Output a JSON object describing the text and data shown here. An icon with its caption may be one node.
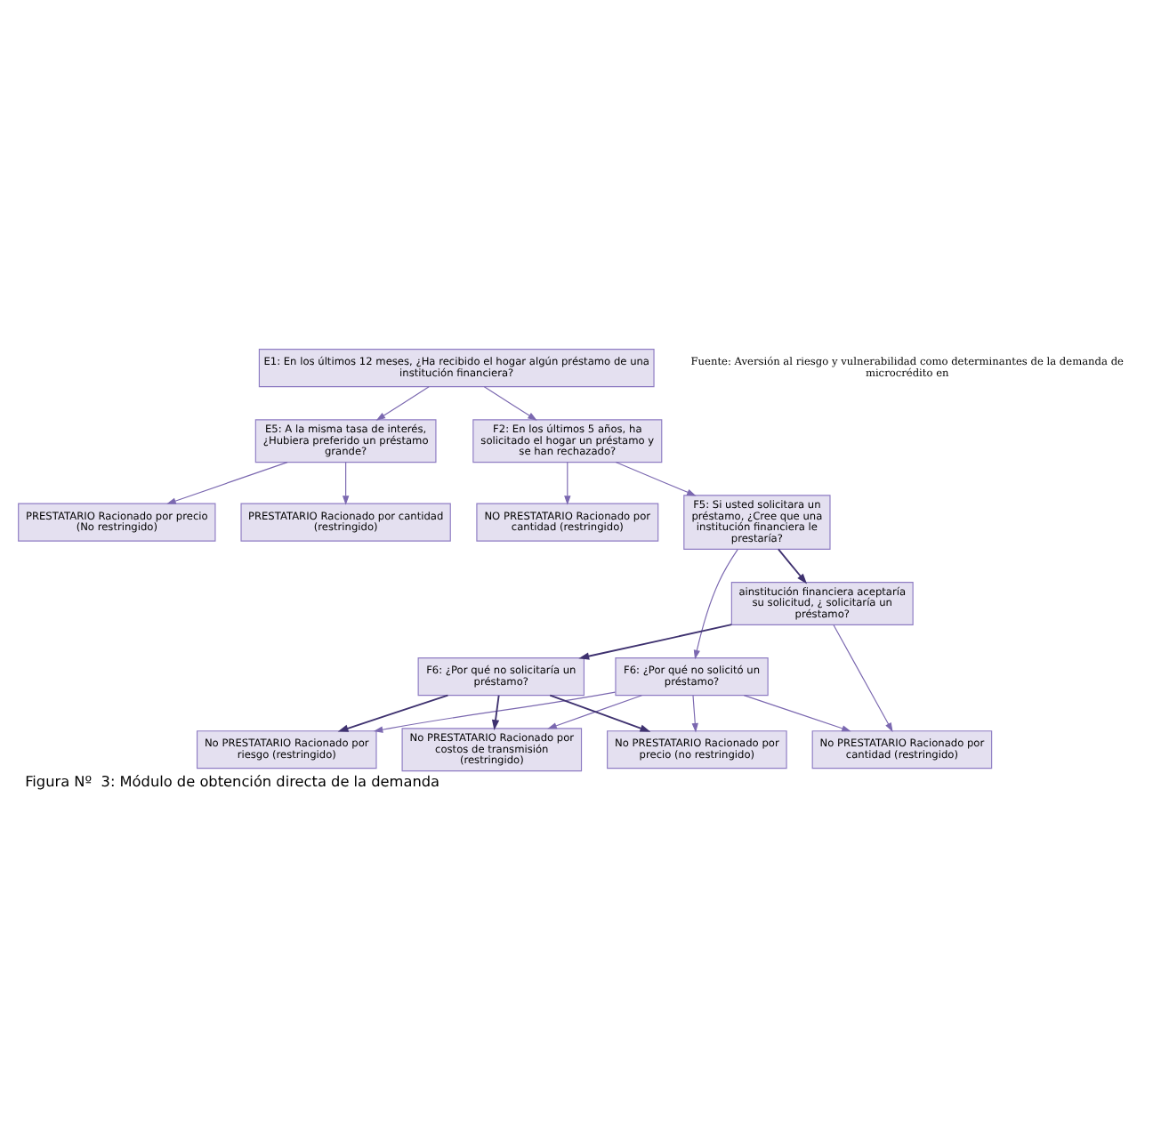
{
  "diagram": {
    "caption": "Figura Nº  3: Módulo de obtención directa de la demanda",
    "nodes": [
      {
        "text": [
          "E1: En los últimos 12 meses, ¿Ha recibido el hogar algún préstamo de una institución financiera?"
        ]
      },
      {
        "text": [
          "E5: A la misma tasa de interés, ¿Hubiera preferido un préstamo grande?"
        ]
      },
      {
        "text": [
          "F2: En los últimos 5 años, ha solicitado el hogar un préstamo y se han rechazado?"
        ]
      },
      {
        "text": [
          "PRESTATARIO Racionado por precio (No restringido)"
        ]
      },
      {
        "text": [
          "PRESTATARIO Racionado por cantidad (restringido)"
        ]
      },
      {
        "text": [
          "NO PRESTATARIO Racionado por cantidad (restringido)"
        ]
      },
      {
        "text": [
          "F5: Si usted solicitara un préstamo, ¿Cree que una institución financiera le prestaría?"
        ]
      },
      {
        "text": [
          "F6: ¿Por qué no solicitó un préstamo?"
        ]
      },
      {
        "text": [
          "ainstitución financiera aceptaría su solicitud, ¿ solicitaría un préstamo?"
        ]
      },
      {
        "text": [
          "No PRESTATARIO Racionado por cantidad (restringido)"
        ]
      },
      {
        "text": [
          "F6: ¿Por qué no solicitaría un préstamo?"
        ]
      },
      {
        "text": [
          "No PRESTATARIO Racionado por precio (no restringido)"
        ]
      },
      {
        "text": [
          "No PRESTATARIO Racionado por riesgo (restringido)"
        ]
      },
      {
        "text": [
          "No PRESTATARIO Racionado por costos de transmisión (restringido)"
        ]
      }
    ],
    "edges": [
      {
        "from": 0,
        "to": 1,
        "arrow": "to"
      },
      {
        "from": 0,
        "to": 2,
        "arrow": "to"
      },
      {
        "from": 1,
        "to": 3,
        "arrow": "to"
      },
      {
        "from": 1,
        "to": 4,
        "arrow": "to"
      },
      {
        "from": 2,
        "to": 5,
        "arrow": "to"
      },
      {
        "from": 2,
        "to": 6,
        "arrow": "to"
      },
      {
        "from": 6,
        "to": 7,
        "arrow": "to"
      },
      {
        "from": 6,
        "to": 8,
        "arrow": "to",
        "color": "#3f3270"
      },
      {
        "from": 8,
        "to": 9,
        "arrow": "to"
      },
      {
        "from": 8,
        "to": 10,
        "arrow": "to",
        "color": "#3f3270"
      },
      {
        "from": 7,
        "to": 9,
        "arrow": "to"
      },
      {
        "from": 7,
        "to": 11,
        "arrow": "to"
      },
      {
        "from": 7,
        "to": 12,
        "arrow": "to"
      },
      {
        "from": 7,
        "to": 13,
        "arrow": "to"
      },
      {
        "from": 10,
        "to": 11,
        "arrow": "to",
        "color": "#3f3270"
      },
      {
        "from": 10,
        "to": 12,
        "arrow": "to",
        "color": "#3f3270"
      },
      {
        "from": 10,
        "to": 13,
        "arrow": "to",
        "color": "#3f3270"
      }
    ],
    "labels": [
      "Fuente: Aversión al riesgo y vulnerabilidad como determinantes de la demanda de microcrédito en"
    ]
  }
}
